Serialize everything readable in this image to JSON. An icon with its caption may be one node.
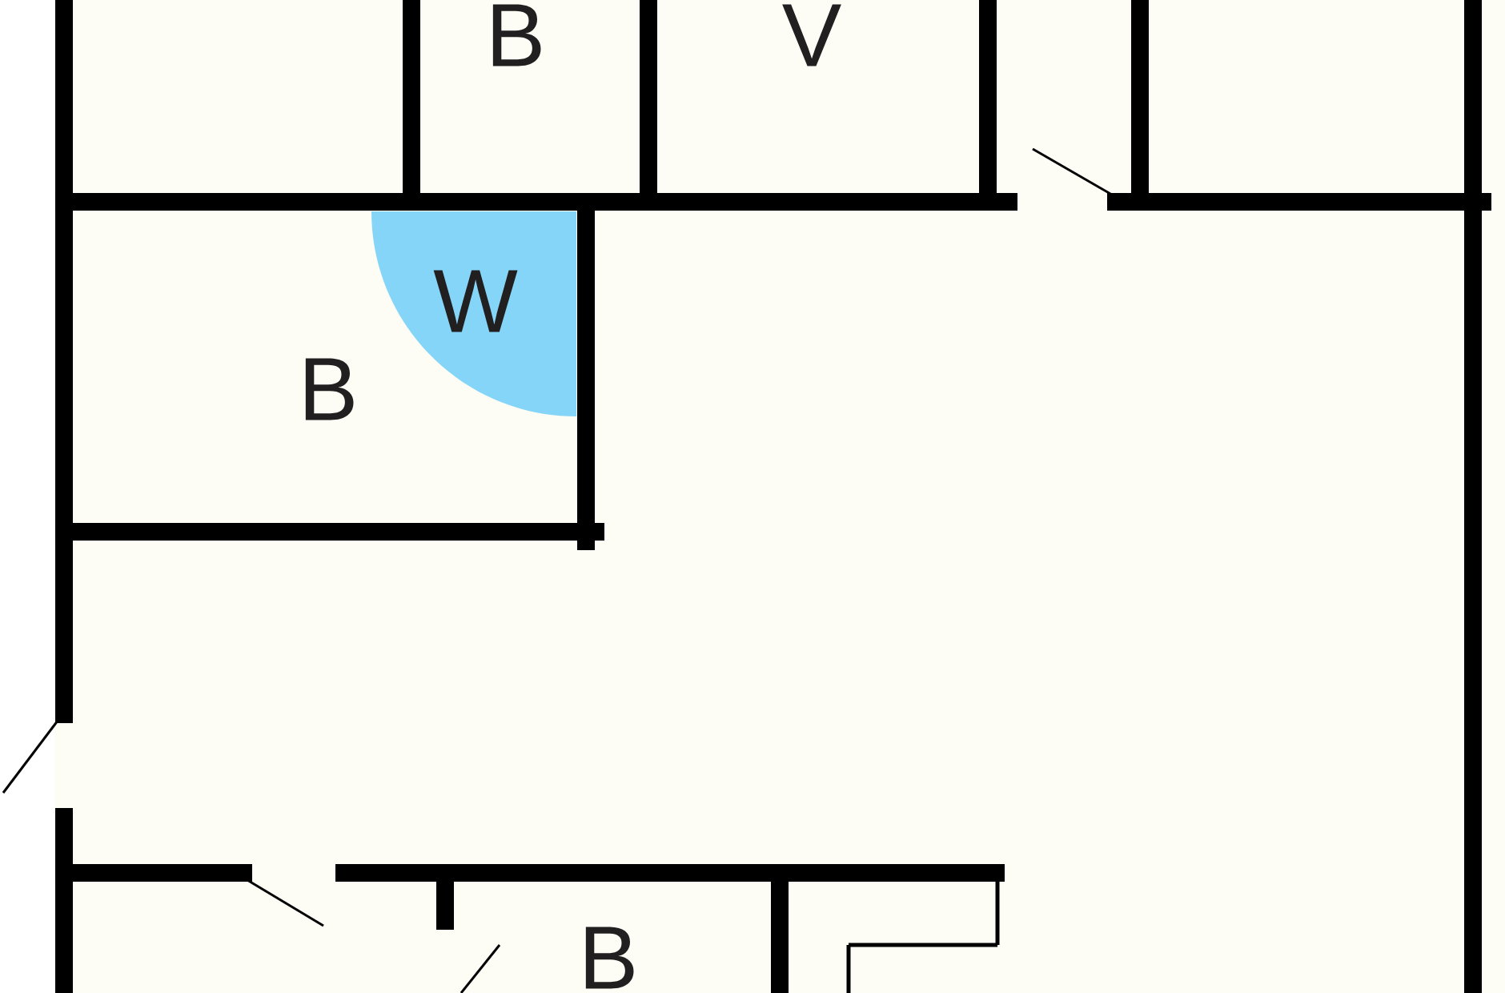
{
  "diagram": {
    "labels": [
      "B",
      "V",
      "W",
      "B",
      "B"
    ]
  }
}
